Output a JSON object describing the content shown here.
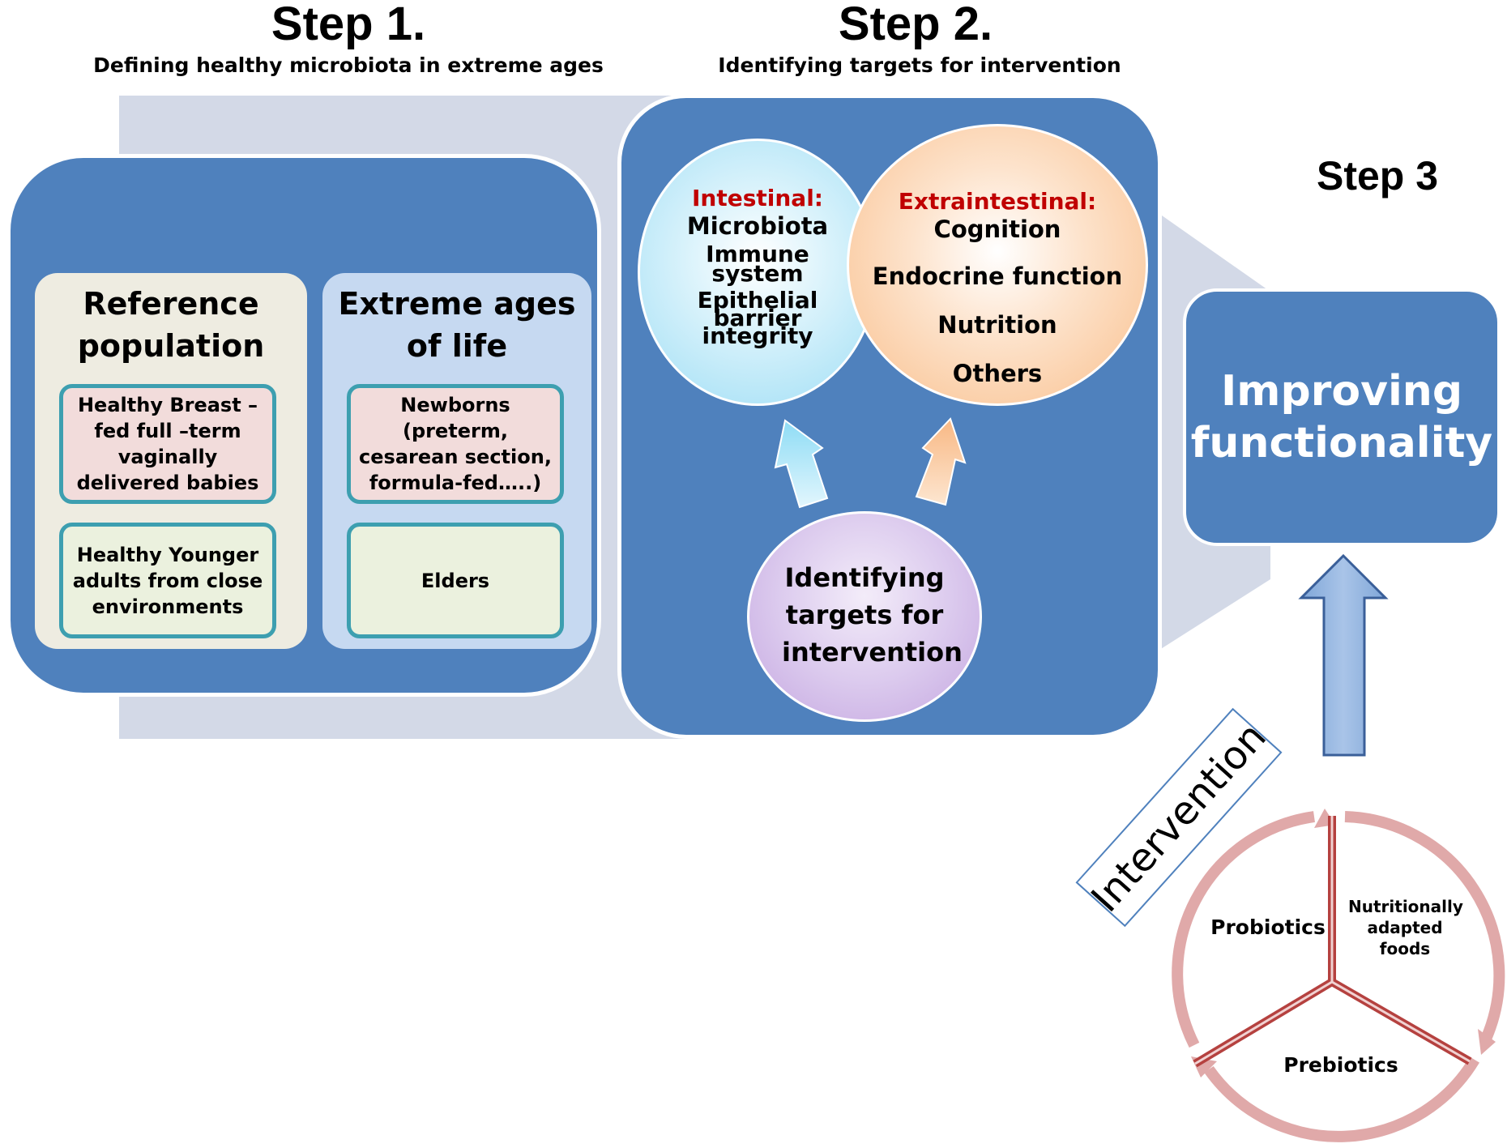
{
  "step1": {
    "title": "Step 1.",
    "subtitle": "Defining healthy microbiota in extreme ages",
    "reference": {
      "heading_line1": "Reference",
      "heading_line2": "population",
      "box1": "Healthy Breast – fed full –term vaginally delivered babies",
      "box2": "Healthy Younger adults from close environments"
    },
    "extreme": {
      "heading_line1": "Extreme ages",
      "heading_line2": "of life",
      "box1": "Newborns (preterm, cesarean section, formula-fed…..)",
      "box2": "Elders"
    }
  },
  "step2": {
    "title": "Step 2.",
    "subtitle": "Identifying targets for intervention",
    "intestinal": {
      "label": "Intestinal:",
      "items": [
        "Microbiota",
        "Immune system",
        "Epithelial barrier integrity"
      ]
    },
    "extraintestinal": {
      "label": "Extraintestinal:",
      "items": [
        "Cognition",
        "Endocrine function",
        "Nutrition",
        "Others"
      ]
    },
    "targets": "Identifying targets for intervention"
  },
  "step3": {
    "title": "Step 3",
    "improving": "Improving functionality",
    "intervention": "Intervention",
    "cycle": {
      "probiotics": "Probiotics",
      "nutritional": "Nutritionally adapted foods",
      "prebiotics": "Prebiotics"
    }
  },
  "colors": {
    "panel_blue": "#4f81bd",
    "band_gray": "#d3d9e7",
    "intestinal_red": "#c00000",
    "cycle_pink": "#e6b3b3",
    "cycle_spoke": "#b5413f"
  }
}
